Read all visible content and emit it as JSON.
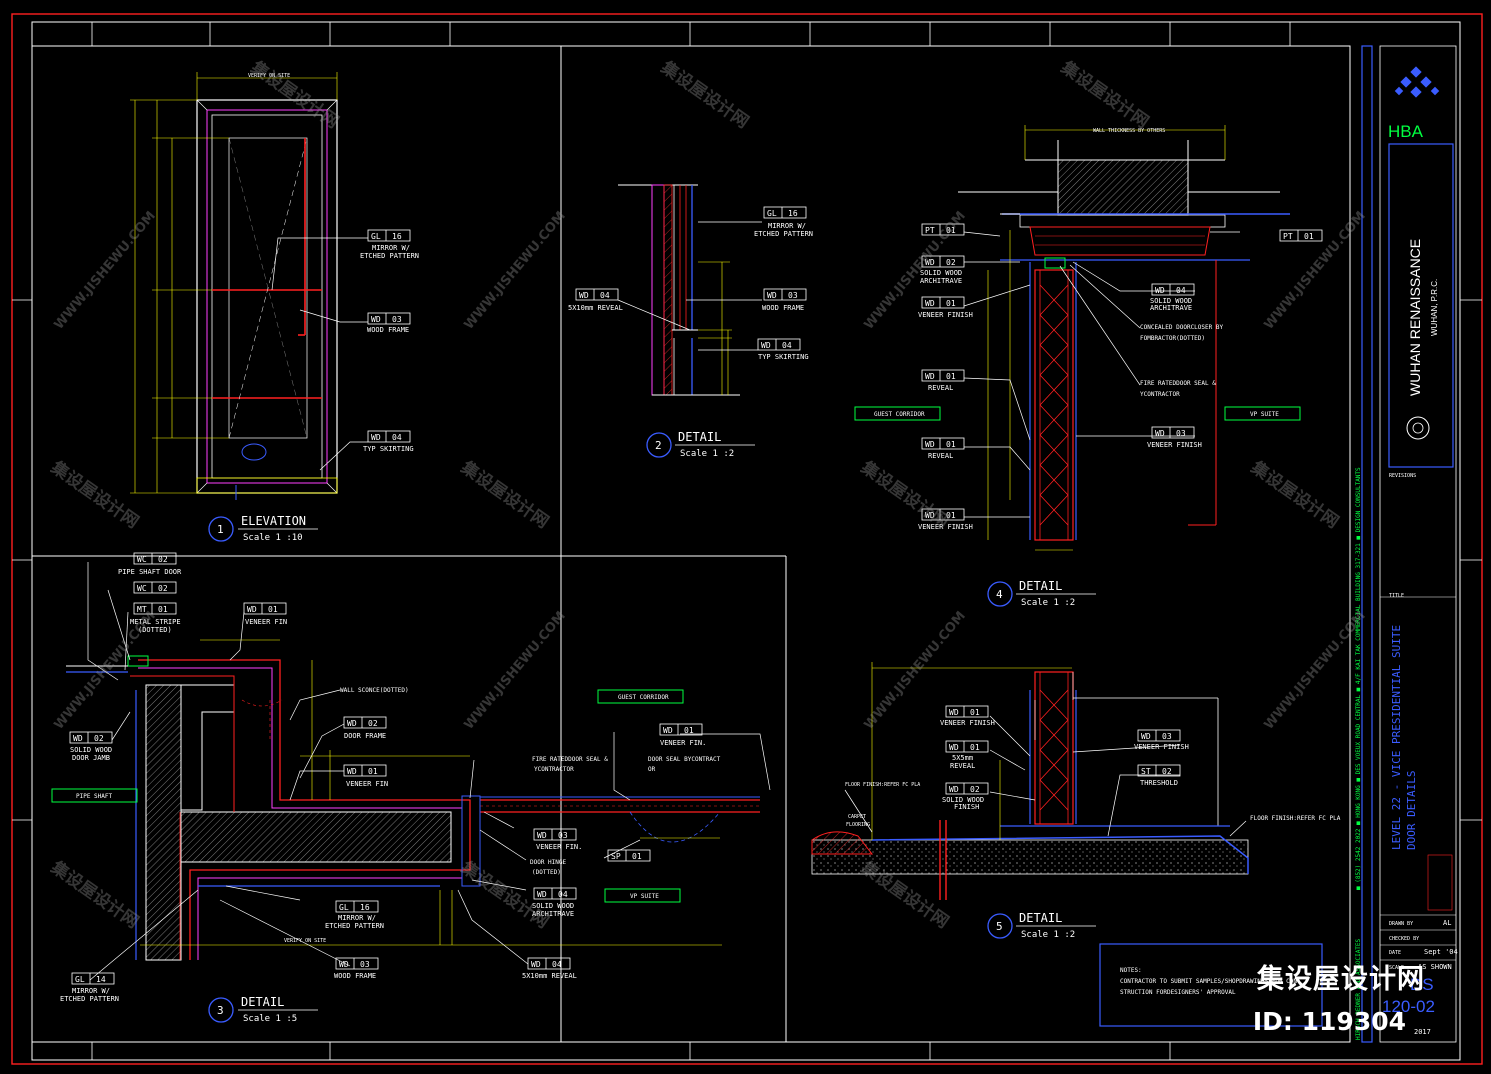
{
  "colors": {
    "bg": "#000000",
    "line": "#ffffff",
    "red": "#ff2020",
    "yellow": "#ffff00",
    "magenta": "#ff40ff",
    "blue": "#3a5cff",
    "green": "#00ff40",
    "cyan": "#30a0ff"
  },
  "views": {
    "v1": {
      "num": "1",
      "title": "ELEVATION",
      "scale": "Scale 1 :10"
    },
    "v2": {
      "num": "2",
      "title": "DETAIL",
      "scale": "Scale 1 :2"
    },
    "v3": {
      "num": "3",
      "title": "DETAIL",
      "scale": "Scale 1 :5"
    },
    "v4": {
      "num": "4",
      "title": "DETAIL",
      "scale": "Scale 1 :2"
    },
    "v5": {
      "num": "5",
      "title": "DETAIL",
      "scale": "Scale 1 :2"
    }
  },
  "tags": {
    "gl16": {
      "code": "GL",
      "num": "16"
    },
    "wd03": {
      "code": "WD",
      "num": "03"
    },
    "wd04": {
      "code": "WD",
      "num": "04"
    },
    "wd01": {
      "code": "WD",
      "num": "01"
    },
    "wd02": {
      "code": "WD",
      "num": "02"
    },
    "pt01": {
      "code": "PT",
      "num": "01"
    },
    "wc02": {
      "code": "WC",
      "num": "02"
    },
    "mt01": {
      "code": "MT",
      "num": "01"
    },
    "sp01": {
      "code": "SP",
      "num": "01"
    },
    "st02": {
      "code": "ST",
      "num": "02"
    },
    "gl14": {
      "code": "GL",
      "num": "14"
    }
  },
  "labels": {
    "mirror1": "MIRROR W/",
    "mirror2": "ETCHED PATTERN",
    "wood_frame": "WOOD FRAME",
    "typ_skirting": "TYP SKIRTING",
    "reveal_5x10": "5X10mm REVEAL",
    "solid_wood1": "SOLID WOOD",
    "architrave": "ARCHITRAVE",
    "veneer_finish": "VENEER FINISH",
    "reveal": "REVEAL",
    "closer1": "CONCEALED DOORCLOSER BY",
    "closer2": "FOMBRACTOR(DOTTED)",
    "seal1": "FIRE RATEDDOOR SEAL &",
    "seal2": "YCONTRACTOR",
    "guest_corridor": "GUEST CORRIDOR",
    "vp_suite": "VP SUITE",
    "pipe_shaft_door": "PIPE SHAFT DOOR",
    "metal_stripe1": "METAL STRIPE",
    "metal_stripe2": "(DOTTED)",
    "veneer_fin": "VENEER FIN",
    "wall_sconce": "WALL SCONCE(DOTTED)",
    "door_frame": "DOOR FRAME",
    "solid_wood_door_jamb": "DOOR JAMB",
    "pipe_shaft": "PIPE SHAFT",
    "fire_seal_v3a": "FIRE RATEDDOOR SEAL &",
    "fire_seal_v3b": "YCONTRACTOR",
    "door_seal1": "DOOR SEAL BYCONTRACT",
    "door_seal2": "OR",
    "veneer_fin2": "VENEER FIN.",
    "door_hinge1": "DOOR HINGE",
    "door_hinge2": "(DOTTED)",
    "etched": "ETCHED PATTERN",
    "threshold": "THRESHOLD",
    "snx5": "5X5mm",
    "floor_finish": "FLOOR FINISH:REFER FC PLA",
    "carpet1": "CARPET",
    "carpet2": "FLOORING",
    "floor_finish2": "FLOOR FINISH:REFER FC PLA",
    "wall_thk": "WALL THICKNESS BY OTHERS",
    "verify_site": "VERIFY ON SITE",
    "notes_title": "NOTES:",
    "notes_l1": "CONTRACTOR TO SUBMIT SAMPLES/SHOPDRAWINGS FOR CON",
    "notes_l2": "STRUCTION FORDESIGNERS' APPROVAL"
  },
  "title_block": {
    "logo": "HBA",
    "project": "WUHAN RENAISSANCE",
    "location": "WUHAN, P.R.C.",
    "sheet_title_1": "LEVEL 22 - VICE PRESIDENTIAL SUITE",
    "sheet_title_2": "DOOR DETAILS",
    "vertical_address": "■ (852) 2542 2022  ■ HONG KONG  ■ DES VOEUX ROAD CENTRAL  ■ 4/F KAI TAK COMMERCIAL BUILDING 317-321  ■ DESIGN CONSULTANTS",
    "vertical_firm": "HIRSCH BEDNER AND ASSOCIATES",
    "drawn": "AL",
    "checked": "",
    "date": "Sept '04",
    "scale_value": "AS SHOWN",
    "sheet_no_1": "DS",
    "sheet_no_2": "120-02",
    "year": "2017",
    "label_drawn": "DRAWN BY",
    "label_checked": "CHECKED BY",
    "label_date": "DATE",
    "label_scale": "SCALE",
    "label_title": "TITLE",
    "label_revisions": "REVISIONS"
  },
  "watermark": {
    "brand": "集设屋设计网",
    "id": "ID:  119304",
    "tile_cn": "集设屋设计网",
    "tile_en": "WWW.JISHEWU.COM"
  }
}
